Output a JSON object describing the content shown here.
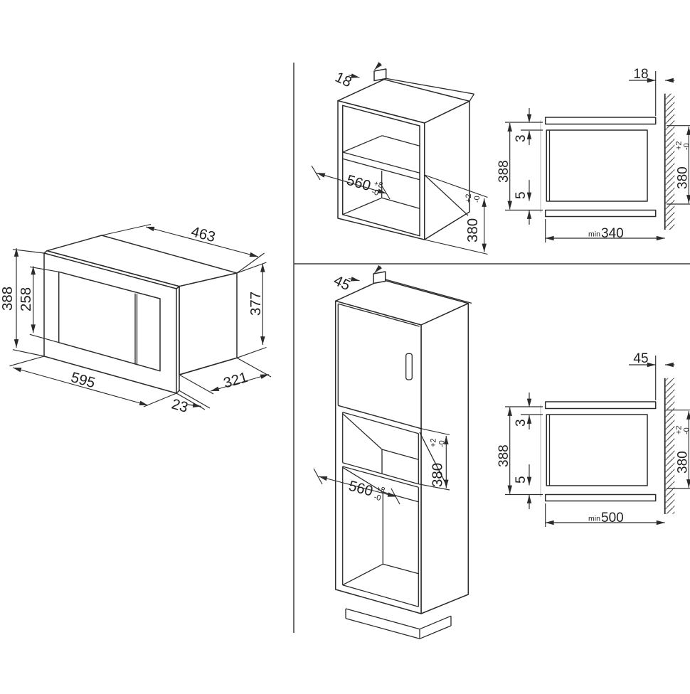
{
  "drawing": {
    "description": "Built-in microwave oven installation diagram",
    "colors": {
      "line": "#2b2b2b",
      "background": "#ffffff",
      "reference_line": "#bfbfbf"
    }
  },
  "views": {
    "appliance": {
      "dims": {
        "body_width": "463",
        "overall_height": "388",
        "door_height": "258",
        "front_width": "595",
        "frame_depth": "23",
        "side_depth": "321",
        "body_height": "377"
      }
    },
    "wall_cabinet": {
      "dims": {
        "rear_gap": "18",
        "niche_width": {
          "value": "560",
          "plus": "+8",
          "minus": "-0"
        },
        "niche_height": {
          "value": "380",
          "plus": "+2",
          "minus": "-0"
        }
      }
    },
    "wall_section": {
      "dims": {
        "rear_gap": "18",
        "top_clearance": "3",
        "front_height": "388",
        "bottom_clearance": "5",
        "niche_height": {
          "value": "380",
          "plus": "+2",
          "minus": "-0"
        },
        "min_depth": {
          "prefix": "min",
          "value": "340"
        }
      }
    },
    "tall_cabinet": {
      "dims": {
        "rear_gap": "45",
        "niche_width": {
          "value": "560",
          "plus": "+8",
          "minus": "-0"
        },
        "niche_height": {
          "value": "380",
          "plus": "+2",
          "minus": "-0"
        }
      }
    },
    "tall_section": {
      "dims": {
        "rear_gap": "45",
        "top_clearance": "3",
        "front_height": "388",
        "bottom_clearance": "5",
        "niche_height": {
          "value": "380",
          "plus": "+2",
          "minus": "-0"
        },
        "min_depth": {
          "prefix": "min",
          "value": "500"
        }
      }
    }
  }
}
